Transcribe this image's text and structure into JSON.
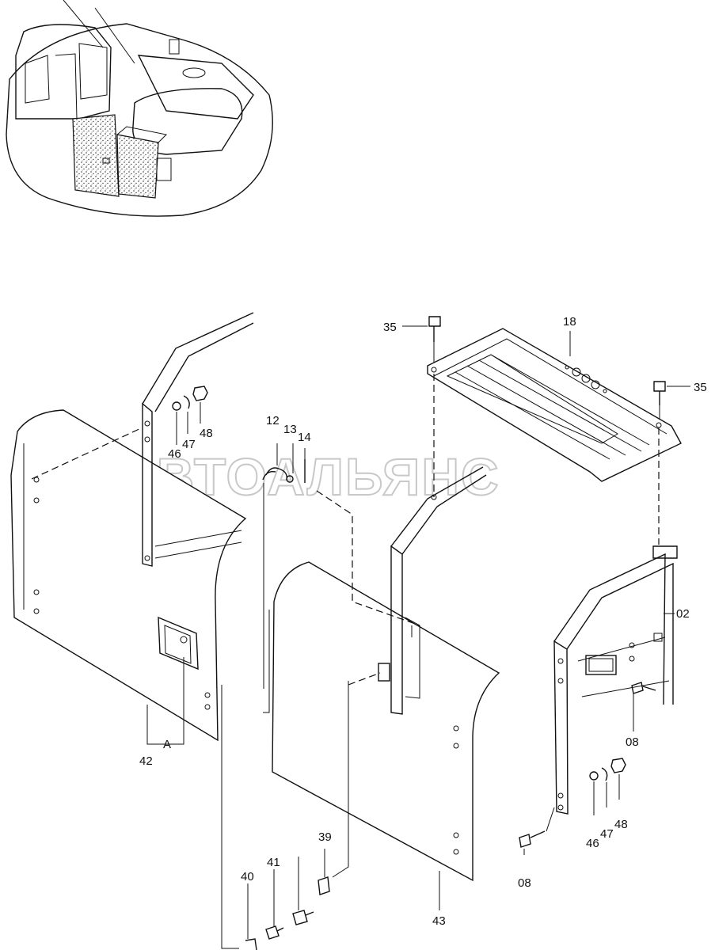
{
  "watermark": "АВТОАЛЬЯНС",
  "callouts": {
    "c02": "02",
    "c08a": "08",
    "c08b": "08",
    "c12": "12",
    "c13": "13",
    "c14": "14",
    "c18": "18",
    "c35a": "35",
    "c35b": "35",
    "c39": "39",
    "c40": "40",
    "c41": "41",
    "c42": "42",
    "c43": "43",
    "c46a": "46",
    "c46b": "46",
    "c47a": "47",
    "c47b": "47",
    "c48a": "48",
    "c48b": "48",
    "viewA": "A"
  }
}
